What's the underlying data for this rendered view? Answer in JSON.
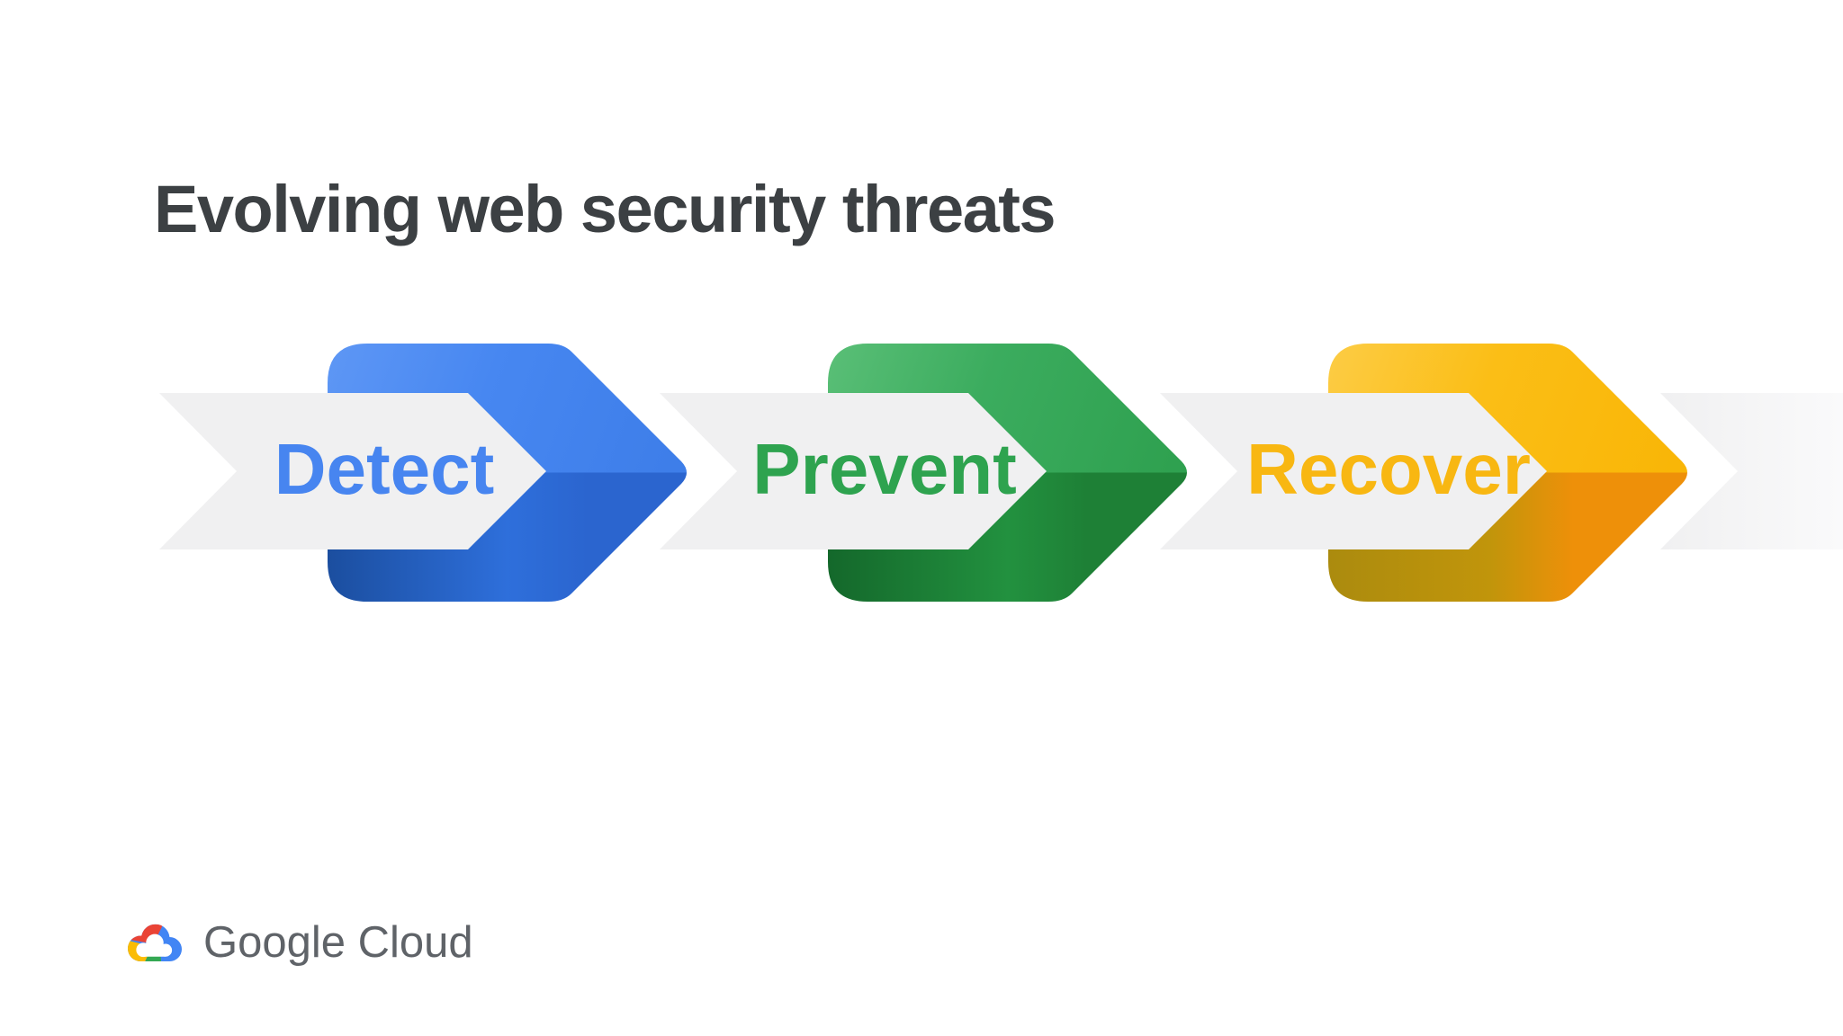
{
  "slide": {
    "title": "Evolving web security threats",
    "background": "#FFFFFF",
    "title_color": "#3C4043"
  },
  "flow": {
    "band_color": "#F0F0F1",
    "steps": [
      {
        "label": "Detect",
        "label_color": "#4785F0",
        "color_light": "#4285F4",
        "color_dark": "#1B4E9F"
      },
      {
        "label": "Prevent",
        "label_color": "#2EA34F",
        "color_light": "#34A853",
        "color_dark": "#14682B"
      },
      {
        "label": "Recover",
        "label_color": "#F8B712",
        "color_light": "#FBBC04",
        "color_dark": "#AB8B0E"
      }
    ]
  },
  "footer": {
    "brand": "Google Cloud",
    "text_color": "#5F6368",
    "icon_colors": {
      "red": "#EA4335",
      "blue": "#4285F4",
      "green": "#34A853",
      "yellow": "#FBBC04"
    }
  }
}
